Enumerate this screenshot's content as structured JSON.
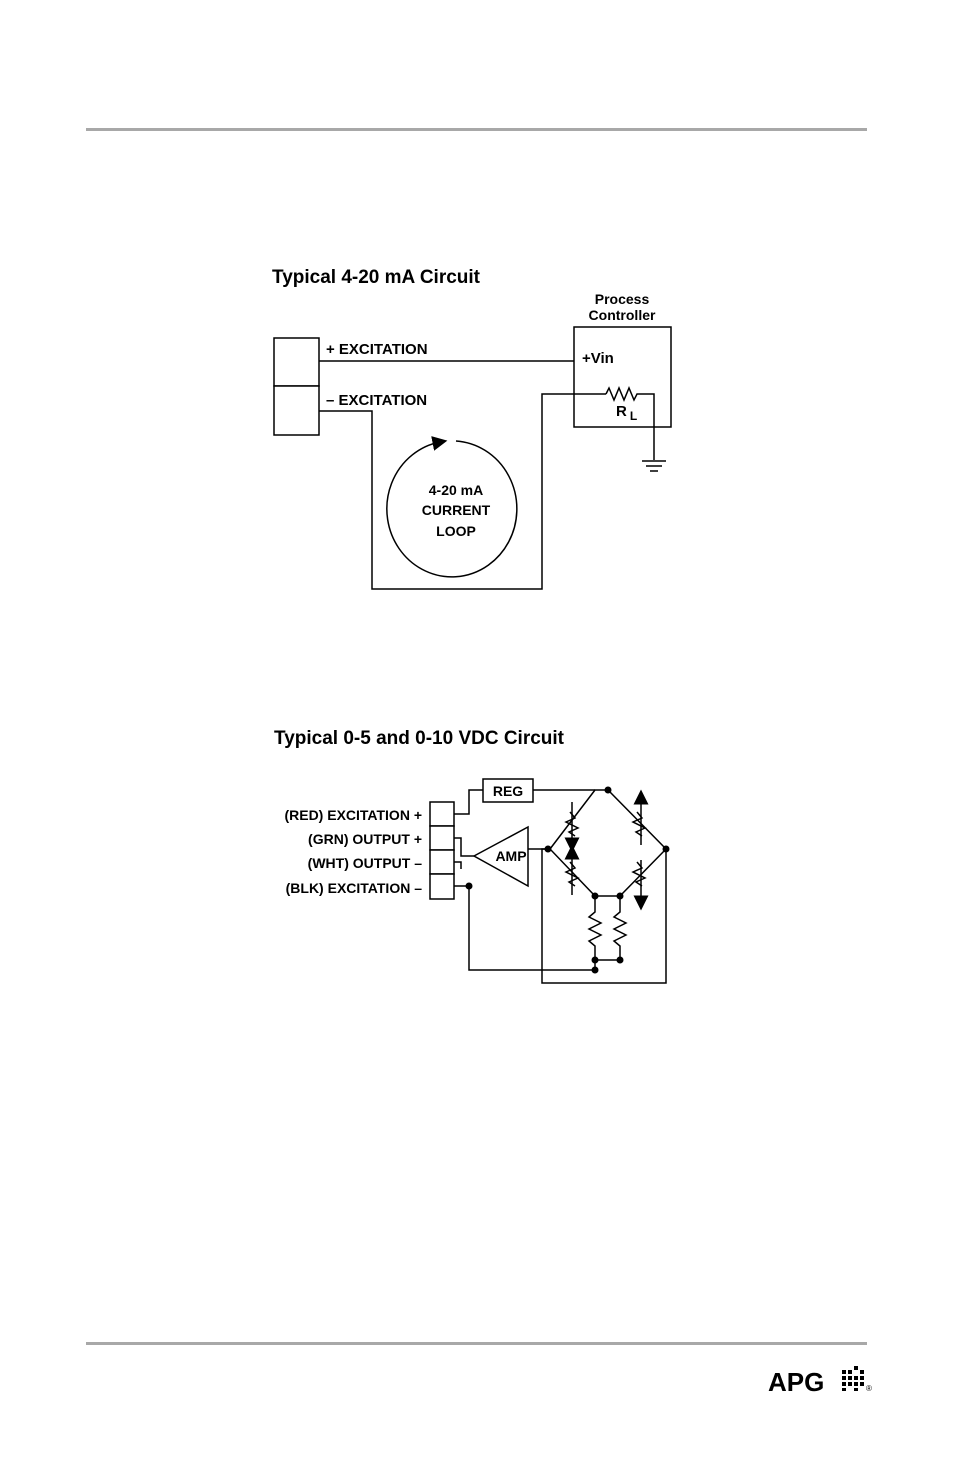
{
  "diagram1": {
    "title": "Typical 4-20 mA Circuit",
    "controller_label_line1": "Process",
    "controller_label_line2": "Controller",
    "vin_label": "+Vin",
    "resistor_label": "R",
    "resistor_subscript": "L",
    "plus_excitation": "+ EXCITATION",
    "minus_excitation": "– EXCITATION",
    "loop_line1": "4-20 mA",
    "loop_line2": "CURRENT",
    "loop_line3": "LOOP"
  },
  "diagram2": {
    "title": "Typical 0-5 and 0-10 VDC Circuit",
    "reg_label": "REG",
    "amp_label": "AMP",
    "wire_labels": [
      "(RED) EXCITATION +",
      "(GRN) OUTPUT +",
      "(WHT) OUTPUT –",
      "(BLK) EXCITATION –"
    ]
  },
  "footer": {
    "logo_text": "APG",
    "logo_mark": "®"
  }
}
